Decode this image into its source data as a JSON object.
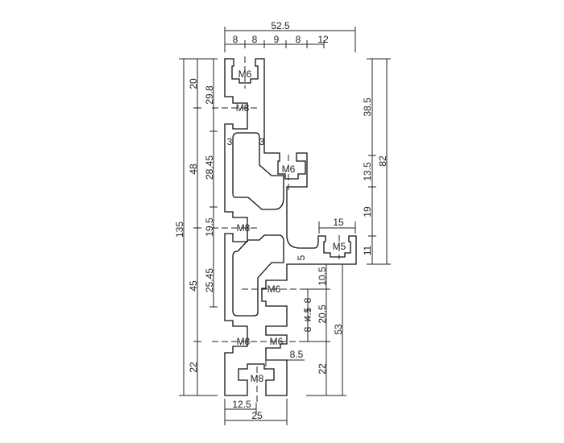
{
  "drawing": {
    "top_dims": {
      "overall": "52.5",
      "segments": [
        "8",
        "8",
        "9",
        "8",
        "12"
      ]
    },
    "left_dims": {
      "overall": "135",
      "outer": [
        "20",
        "48",
        "45",
        "22"
      ],
      "inner": [
        "29.8",
        "28.45",
        "19.5",
        "25.45"
      ]
    },
    "right_dims": {
      "overall": "82",
      "segments": [
        "38.5",
        "13.5",
        "19",
        "11"
      ],
      "arm_width": "15"
    },
    "lower_right_dims": {
      "d10_5": "10.5",
      "d8a": "8",
      "d4_5": "4.5",
      "d8b": "8",
      "d20_5": "20.5",
      "d53": "53",
      "d22": "22",
      "d8_5": "8.5"
    },
    "wall_dims": {
      "left_wall": "3",
      "right_wall": "3",
      "arm_wall": "5"
    },
    "bottom_dims": {
      "half": "12.5",
      "width": "25"
    },
    "slots": [
      "M6",
      "M8",
      "M6",
      "M8",
      "M5",
      "M6",
      "M8",
      "M6",
      "M8"
    ]
  }
}
